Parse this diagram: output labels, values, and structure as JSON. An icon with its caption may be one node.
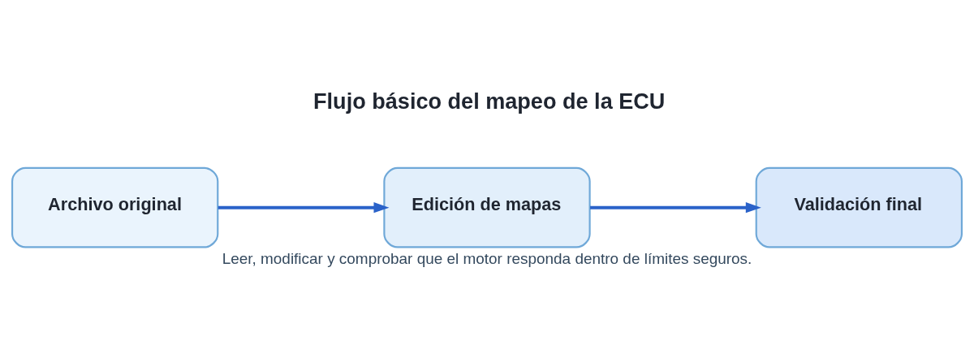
{
  "diagram": {
    "title": "Flujo básico del mapeo de la ECU",
    "caption": "Leer, modificar y comprobar que el motor responda dentro de límites seguros.",
    "nodes": [
      {
        "text": [
          "Archivo original"
        ]
      },
      {
        "text": [
          "Edición de mapas"
        ]
      },
      {
        "text": [
          "Validación final"
        ]
      }
    ],
    "edges": [
      {
        "from": 0,
        "to": 1,
        "arrow": "to"
      },
      {
        "from": 1,
        "to": 2,
        "arrow": "to"
      }
    ]
  }
}
